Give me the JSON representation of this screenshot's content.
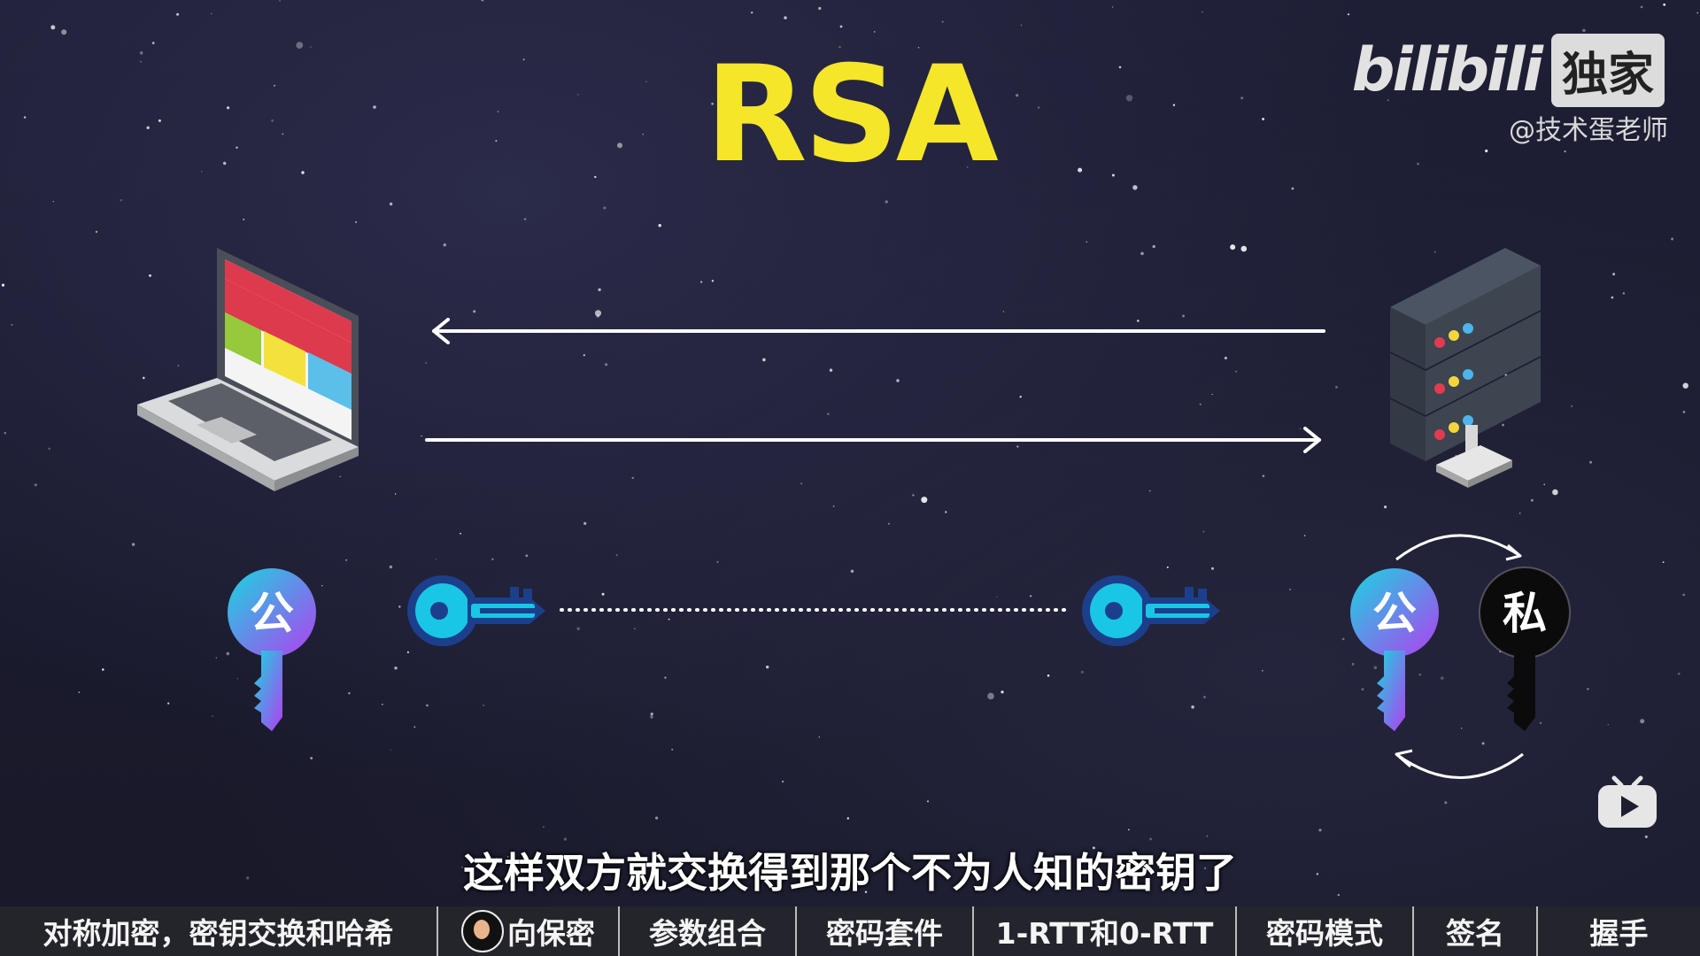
{
  "title": "RSA",
  "logo": {
    "wordmark": "bilibili",
    "badge": "独家"
  },
  "handle": "@技术蛋老师",
  "keys": {
    "client_public": "公",
    "server_public": "公",
    "server_private": "私"
  },
  "subtitle": "这样双方就交换得到那个不为人知的密钥了",
  "chapters": [
    {
      "label": "对称加密，密钥交换和哈希"
    },
    {
      "label": "向保密"
    },
    {
      "label": "参数组合"
    },
    {
      "label": "密码套件"
    },
    {
      "label": "1-RTT和0-RTT"
    },
    {
      "label": "密码模式"
    },
    {
      "label": "签名"
    },
    {
      "label": "握手"
    }
  ],
  "colors": {
    "title": "#f5e62a",
    "key_cyan": "#19c6e6",
    "key_navy": "#1c3f8c",
    "key_gradient_start": "#19d6e0",
    "key_gradient_end": "#b13ff0",
    "private_key": "#0b0b0b",
    "chapter_bar": "#24242c"
  },
  "icons": [
    "laptop-icon",
    "server-icon",
    "key-icon",
    "arrow-left-icon",
    "arrow-right-icon",
    "cycle-arrow-icon",
    "tv-play-icon"
  ]
}
